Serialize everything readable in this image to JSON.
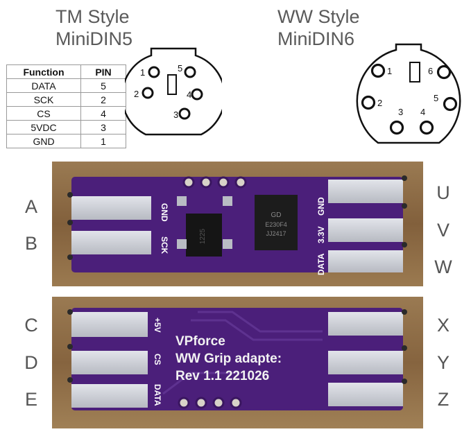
{
  "tm": {
    "line1": "TM Style",
    "line2": "MiniDIN5",
    "pins": [
      "1",
      "2",
      "3",
      "4",
      "5"
    ]
  },
  "ww": {
    "line1": "WW Style",
    "line2": "MiniDIN6",
    "pins": [
      "1",
      "2",
      "3",
      "4",
      "5",
      "6"
    ]
  },
  "table": {
    "headers": [
      "Function",
      "PIN"
    ],
    "rows": [
      [
        "DATA",
        "5"
      ],
      [
        "SCK",
        "2"
      ],
      [
        "CS",
        "4"
      ],
      [
        "5VDC",
        "3"
      ],
      [
        "GND",
        "1"
      ]
    ]
  },
  "board_top": {
    "left_labels": [
      "GND",
      "SCK"
    ],
    "right_labels": [
      "GND",
      "3.3V",
      "DATA"
    ],
    "chip_text": [
      "GD",
      "E230F4",
      "JJ2417"
    ],
    "small_chip_text": "1225"
  },
  "board_bottom": {
    "left_labels": [
      "+5V",
      "CS",
      "DATA"
    ],
    "silk_lines": [
      "VPforce",
      "WW Grip adapte:",
      "Rev 1.1 221026"
    ]
  },
  "letters_left": [
    "A",
    "B",
    "C",
    "D",
    "E"
  ],
  "letters_right": [
    "U",
    "V",
    "W",
    "X",
    "Y",
    "Z"
  ],
  "colors": {
    "pcb": "#4a1f78",
    "pad": "#c9ccd3",
    "wood": "#8b6a44"
  }
}
